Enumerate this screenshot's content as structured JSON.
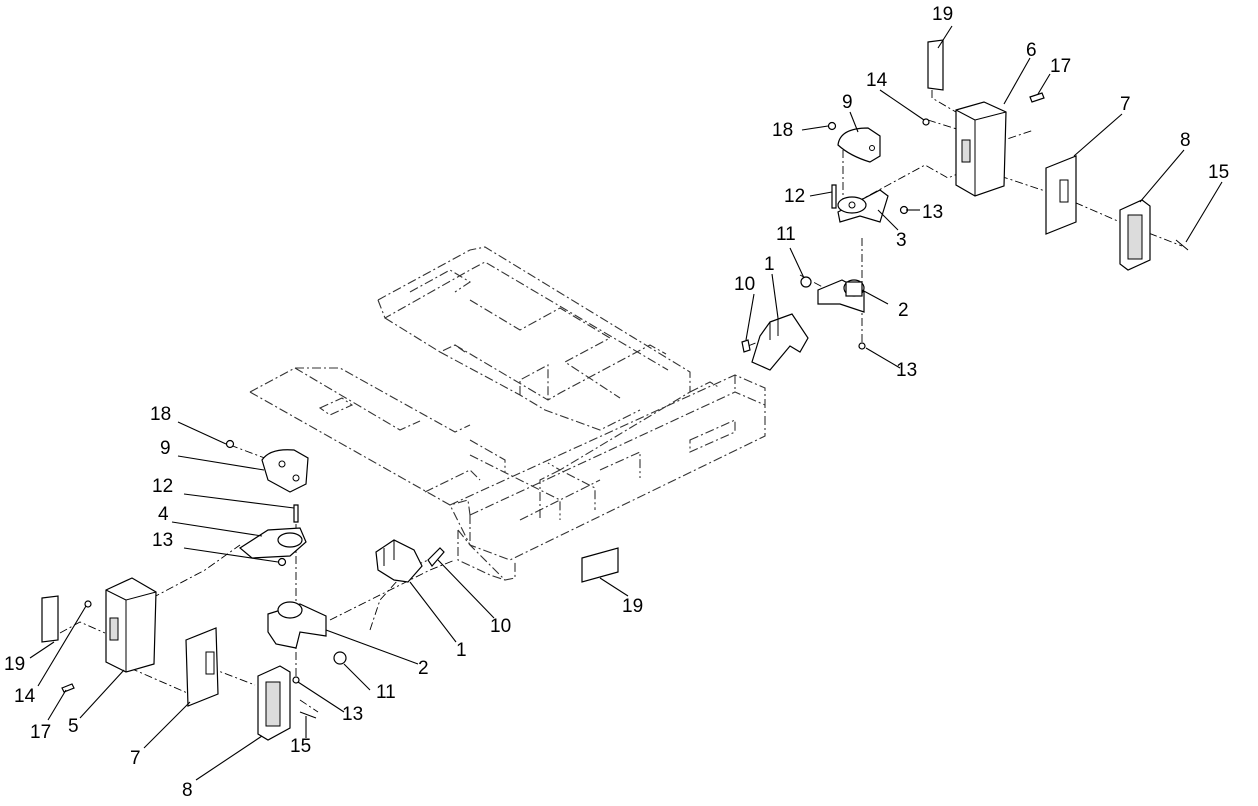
{
  "callouts": {
    "r19_top": "19",
    "r6": "6",
    "r17": "17",
    "r14": "14",
    "r9": "9",
    "r18": "18",
    "r7": "7",
    "r8": "8",
    "r15": "15",
    "r12": "12",
    "r13_a": "13",
    "r3": "3",
    "r11": "11",
    "r1": "1",
    "r10": "10",
    "r2": "2",
    "r13_b": "13",
    "l18": "18",
    "l9": "9",
    "l12": "12",
    "l4": "4",
    "l13": "13",
    "l19": "19",
    "l14": "14",
    "l17": "17",
    "l5": "5",
    "l7": "7",
    "l8": "8",
    "l15": "15",
    "l13_b": "13",
    "l11": "11",
    "l2": "2",
    "l1": "1",
    "l10": "10",
    "c19": "19"
  }
}
